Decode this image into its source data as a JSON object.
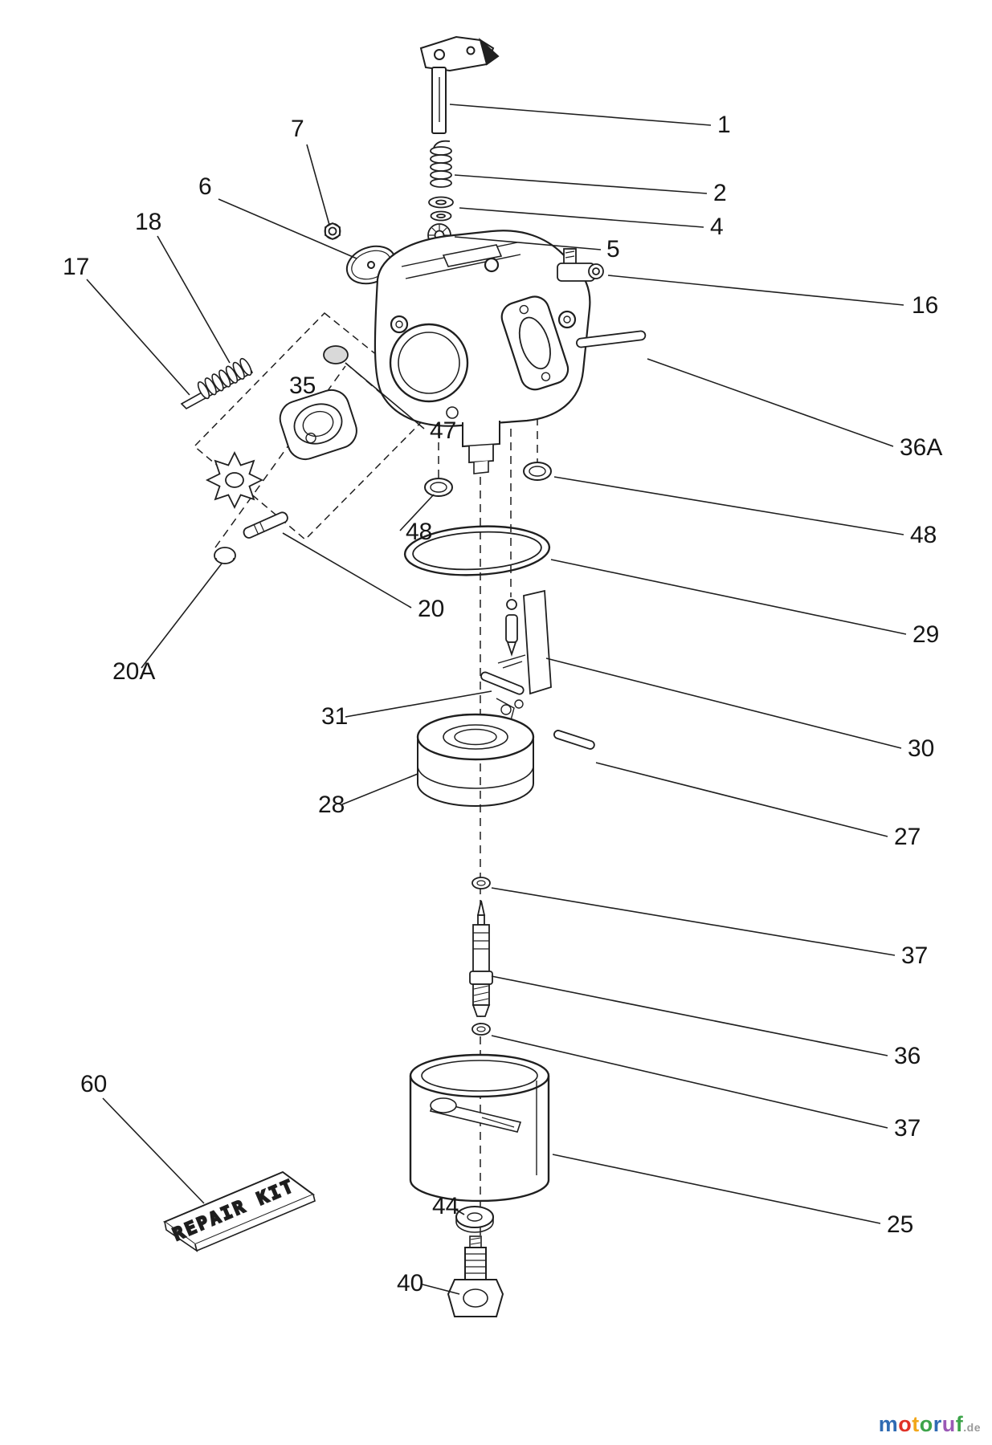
{
  "diagram": {
    "alt": "carburetor-exploded-parts-diagram",
    "repair_kit": {
      "label": "REPAIR KIT"
    },
    "callouts": [
      {
        "id": "1",
        "label": "1"
      },
      {
        "id": "2",
        "label": "2"
      },
      {
        "id": "4",
        "label": "4"
      },
      {
        "id": "5",
        "label": "5"
      },
      {
        "id": "6",
        "label": "6"
      },
      {
        "id": "7",
        "label": "7"
      },
      {
        "id": "16",
        "label": "16"
      },
      {
        "id": "17",
        "label": "17"
      },
      {
        "id": "18",
        "label": "18"
      },
      {
        "id": "20",
        "label": "20"
      },
      {
        "id": "20A",
        "label": "20A"
      },
      {
        "id": "25",
        "label": "25"
      },
      {
        "id": "27",
        "label": "27"
      },
      {
        "id": "28",
        "label": "28"
      },
      {
        "id": "29",
        "label": "29"
      },
      {
        "id": "30",
        "label": "30"
      },
      {
        "id": "31",
        "label": "31"
      },
      {
        "id": "35",
        "label": "35"
      },
      {
        "id": "36",
        "label": "36"
      },
      {
        "id": "36A",
        "label": "36A"
      },
      {
        "id": "37-upper",
        "label": "37"
      },
      {
        "id": "37-lower",
        "label": "37"
      },
      {
        "id": "40",
        "label": "40"
      },
      {
        "id": "44",
        "label": "44"
      },
      {
        "id": "47",
        "label": "47"
      },
      {
        "id": "48-left",
        "label": "48"
      },
      {
        "id": "48-right",
        "label": "48"
      },
      {
        "id": "60",
        "label": "60"
      }
    ]
  },
  "watermark": {
    "letters": [
      {
        "ch": "m",
        "color": "#2f6bb3"
      },
      {
        "ch": "o",
        "color": "#e03127"
      },
      {
        "ch": "t",
        "color": "#f2a71b"
      },
      {
        "ch": "o",
        "color": "#3da44a"
      },
      {
        "ch": "r",
        "color": "#2f6bb3"
      },
      {
        "ch": "u",
        "color": "#9b59b6"
      },
      {
        "ch": "f",
        "color": "#3da44a"
      }
    ],
    "suffix": ".de",
    "suffix_color": "#9a9a9a"
  }
}
